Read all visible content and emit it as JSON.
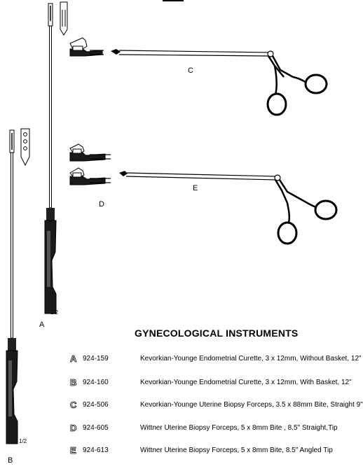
{
  "catalog": {
    "title": "GYNECOLOGICAL INSTRUMENTS",
    "items": [
      {
        "letter": "A",
        "code": "924-159",
        "description": "Kevorkian-Younge Endometrial Curette, 3 x 12mm, Without Basket, 12\""
      },
      {
        "letter": "B",
        "code": "924-160",
        "description": "Kevorkian-Younge Endometrial Curette, 3 x 12mm, With Basket, 12\""
      },
      {
        "letter": "C",
        "code": "924-506",
        "description": "Kevorkian-Younge Uterine Biopsy Forceps, 3.5 x 88mm Bite, Straight 9\""
      },
      {
        "letter": "D",
        "code": "924-605",
        "description": "Wittner Uterine Biopsy Forceps, 5 x 8mm Bite , 8.5\" Straight,Tip"
      },
      {
        "letter": "E",
        "code": "924-613",
        "description": "Wittner Uterine Biopsy Forceps, 5 x 8mm Bite, 8.5\" Angled Tip"
      }
    ]
  },
  "figure_labels": {
    "a": "A",
    "b": "B",
    "c": "C",
    "d": "D",
    "e": "E",
    "scale_a": "1/2",
    "scale_b": "1/2"
  }
}
